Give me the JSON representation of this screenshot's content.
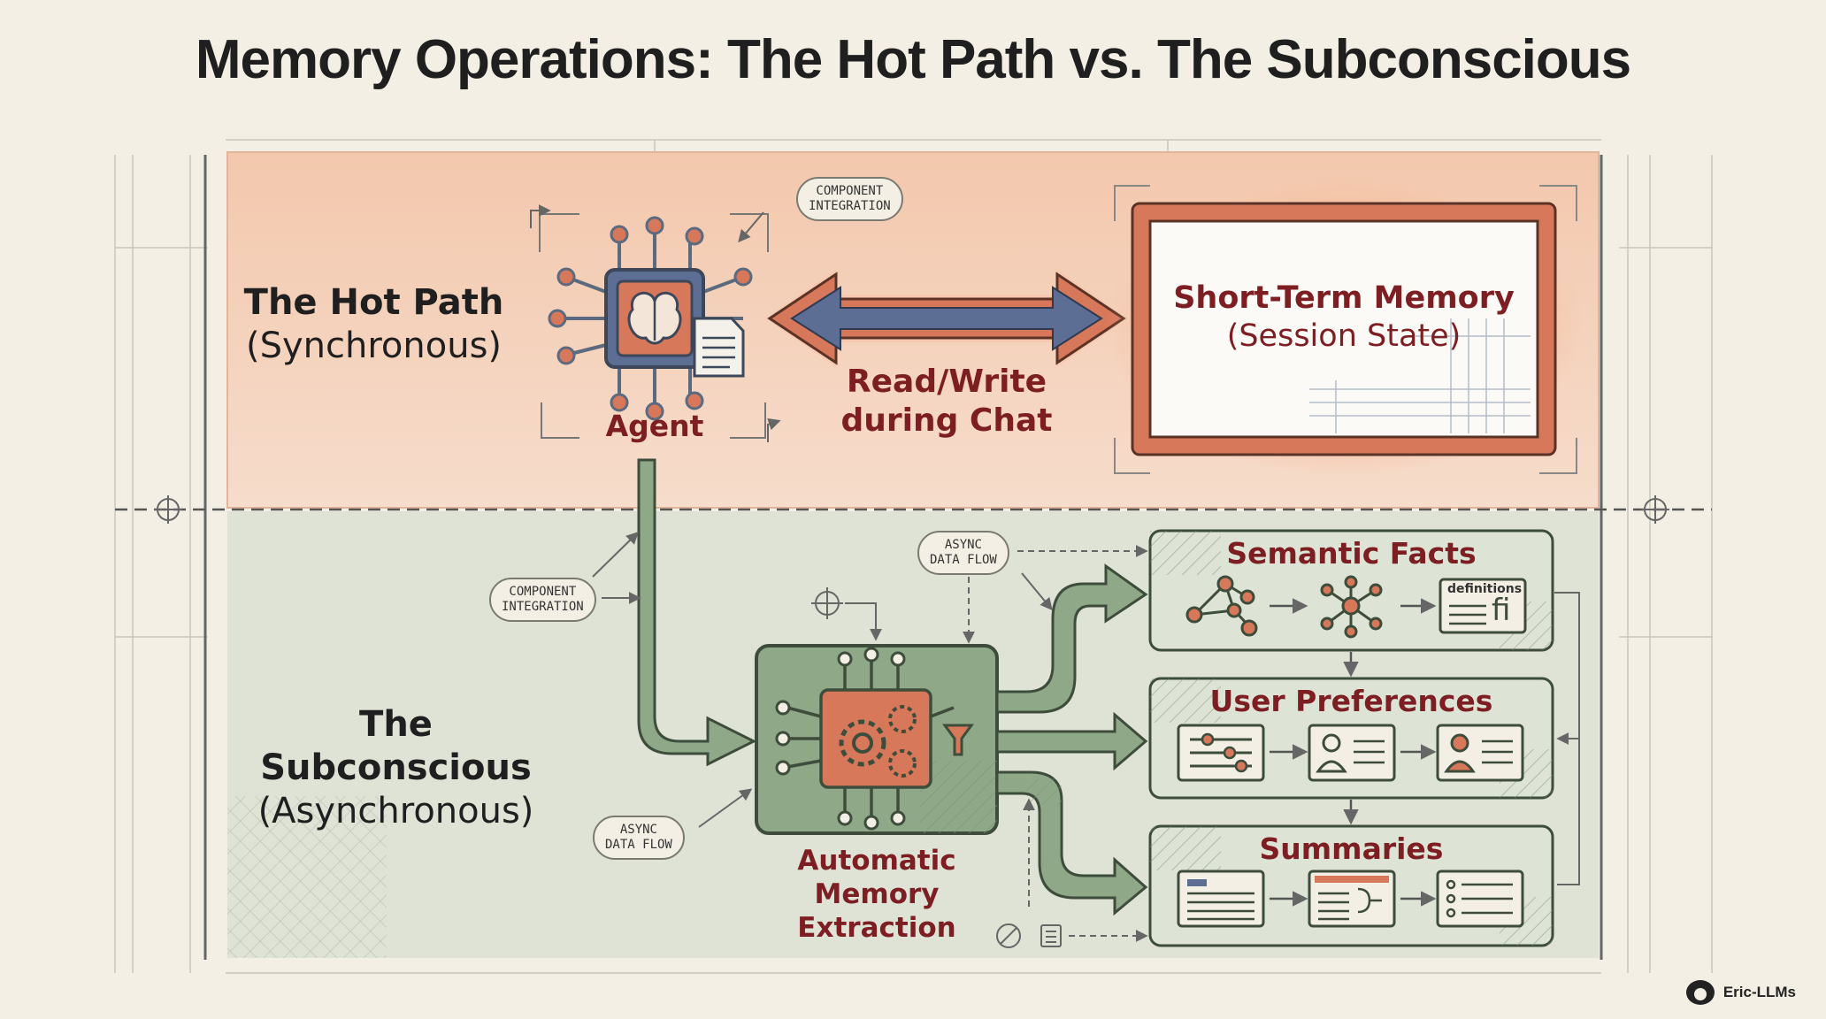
{
  "title": "Memory Operations: The Hot Path vs. The Subconscious",
  "hot_path": {
    "label": "The Hot Path",
    "sublabel": "(Synchronous)",
    "agent_label": "Agent",
    "arrow_label_line1": "Read/Write",
    "arrow_label_line2": "during Chat",
    "memory_title": "Short-Term Memory",
    "memory_subtitle": "(Session State)"
  },
  "subconscious": {
    "label": "The Subconscious",
    "sublabel": "(Asynchronous)",
    "extractor_line1": "Automatic Memory",
    "extractor_line2": "Extraction",
    "stores": [
      {
        "title": "Semantic Facts",
        "doc_label": "definitions",
        "doc_glyph": "fi"
      },
      {
        "title": "User Preferences"
      },
      {
        "title": "Summaries"
      }
    ]
  },
  "annotations": {
    "component_integration_1": "COMPONENT",
    "component_integration_2": "INTEGRATION",
    "async_1": "ASYNC",
    "async_2": "DATA FLOW"
  },
  "footer": {
    "brand": "Eric-LLMs"
  },
  "colors": {
    "background": "#f3efe4",
    "hot_lane": "#f3cdb3",
    "sub_lane": "#dfe3d6",
    "accent_red": "#7d1e22",
    "orange": "#d8785a",
    "green": "#8ea888",
    "blue": "#5c6e93"
  }
}
